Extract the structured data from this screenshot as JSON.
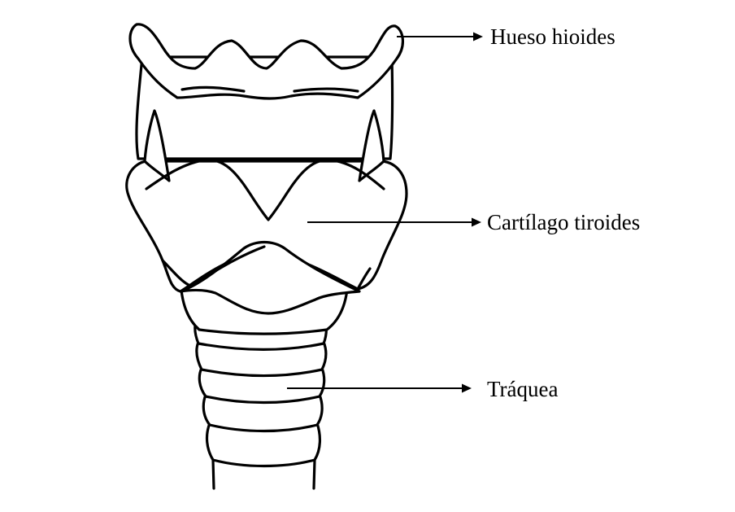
{
  "labels": {
    "hyoid": "Hueso hioides",
    "thyroid": "Cartílago tiroides",
    "trachea": "Tráquea"
  },
  "colors": {
    "stroke": "#000000",
    "background": "#ffffff"
  }
}
